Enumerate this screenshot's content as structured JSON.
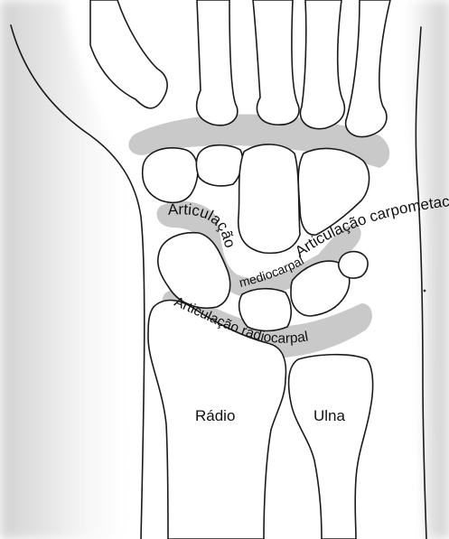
{
  "labels": {
    "carpometacarpal": "Articulação carpometacarpal",
    "midcarpal_line1": "Articulação",
    "midcarpal_line2": "mediocarpal",
    "radiocarpal": "Articulação radiocarpal",
    "radius": "Rádio",
    "ulna": "Ulna"
  },
  "colors": {
    "skin_shade": "#d8d8d8",
    "joint_band": "#c9c9c9",
    "bone_fill": "#ffffff",
    "line": "#1a1a1a"
  }
}
